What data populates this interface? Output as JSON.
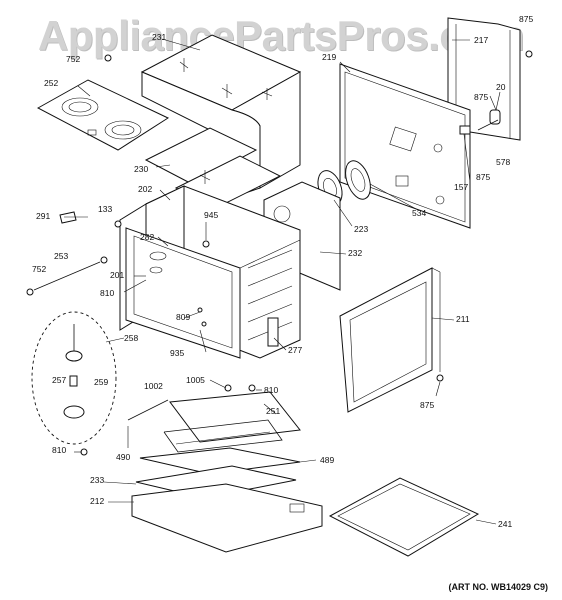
{
  "watermark": "AppliancePartsPros.com",
  "art_number": "(ART NO. WB14029 C9)",
  "callouts": [
    {
      "id": "c875a",
      "label": "875"
    },
    {
      "id": "c217",
      "label": "217"
    },
    {
      "id": "c219",
      "label": "219"
    },
    {
      "id": "c752a",
      "label": "752"
    },
    {
      "id": "c252",
      "label": "252"
    },
    {
      "id": "c231",
      "label": "231"
    },
    {
      "id": "c230",
      "label": "230"
    },
    {
      "id": "c875b",
      "label": "875"
    },
    {
      "id": "c20",
      "label": "20"
    },
    {
      "id": "c578",
      "label": "578"
    },
    {
      "id": "c157",
      "label": "157"
    },
    {
      "id": "c875c",
      "label": "875"
    },
    {
      "id": "c534",
      "label": "534"
    },
    {
      "id": "c223",
      "label": "223"
    },
    {
      "id": "c202",
      "label": "202"
    },
    {
      "id": "c945",
      "label": "945"
    },
    {
      "id": "c133",
      "label": "133"
    },
    {
      "id": "c291",
      "label": "291"
    },
    {
      "id": "c282",
      "label": "282"
    },
    {
      "id": "c232",
      "label": "232"
    },
    {
      "id": "c253",
      "label": "253"
    },
    {
      "id": "c201",
      "label": "201"
    },
    {
      "id": "c752b",
      "label": "752"
    },
    {
      "id": "c810a",
      "label": "810"
    },
    {
      "id": "c809",
      "label": "809"
    },
    {
      "id": "c211",
      "label": "211"
    },
    {
      "id": "c258",
      "label": "258"
    },
    {
      "id": "c277",
      "label": "277"
    },
    {
      "id": "c935",
      "label": "935"
    },
    {
      "id": "c257",
      "label": "257"
    },
    {
      "id": "c259",
      "label": "259"
    },
    {
      "id": "c1005",
      "label": "1005"
    },
    {
      "id": "c1002",
      "label": "1002"
    },
    {
      "id": "c810b",
      "label": "810"
    },
    {
      "id": "c875d",
      "label": "875"
    },
    {
      "id": "c251",
      "label": "251"
    },
    {
      "id": "c490",
      "label": "490"
    },
    {
      "id": "c810c",
      "label": "810"
    },
    {
      "id": "c489",
      "label": "489"
    },
    {
      "id": "c233",
      "label": "233"
    },
    {
      "id": "c212",
      "label": "212"
    },
    {
      "id": "c241",
      "label": "241"
    }
  ]
}
